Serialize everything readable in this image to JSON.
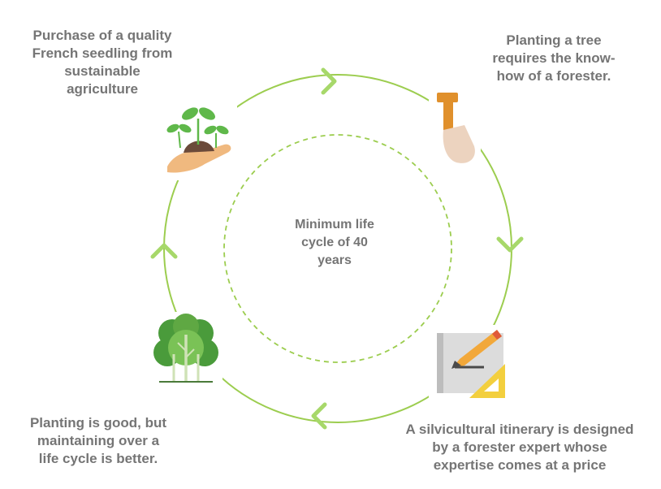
{
  "colors": {
    "cycle_line": "#9ccd4f",
    "arrow": "#a7d86a",
    "text": "#757575",
    "leaf": "#5fb84a",
    "hand": "#f0b97f",
    "soil": "#6b4a3a",
    "spade_handle": "#e0902c",
    "spade_blade": "#ecd3bf",
    "tree_dark": "#4a9b3b",
    "tree_light": "#7ac256",
    "trunk": "#cfe2b6",
    "paper": "#dcdcdc",
    "pencil": "#f2a83a",
    "ruler": "#f3cf3e"
  },
  "icons": [
    "seedling-hand-icon",
    "spade-icon",
    "tree-icon",
    "blueprint-pencil-icon"
  ],
  "center": {
    "label": "Minimum life\ncycle of 40\nyears"
  },
  "steps": {
    "seedling": {
      "text": "Purchase of a quality\nFrench seedling from\nsustainable\nagriculture"
    },
    "planting": {
      "text": "Planting a tree\nrequires the know-\nhow of a forester."
    },
    "itinerary": {
      "text": "A silvicultural itinerary is designed\nby a forester expert whose\nexpertise comes at a price"
    },
    "maintaining": {
      "text": "Planting is good, but\nmaintaining over a\nlife cycle is better."
    }
  }
}
